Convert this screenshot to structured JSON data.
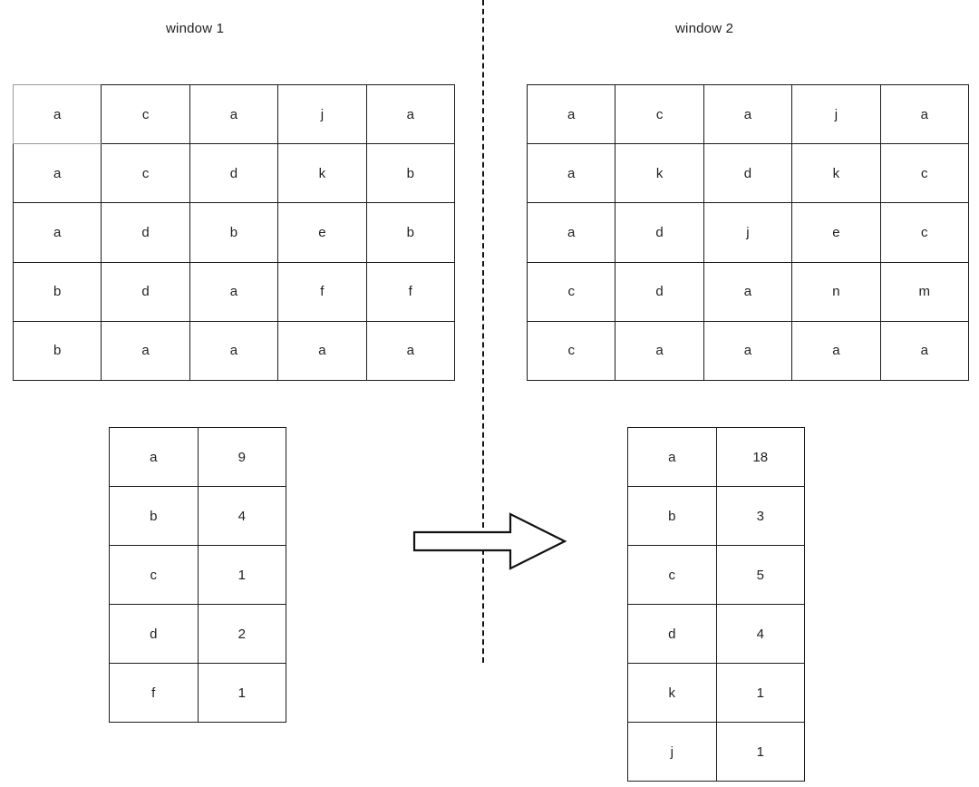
{
  "panels": {
    "left": {
      "title": "window 1"
    },
    "right": {
      "title": "window 2"
    }
  },
  "divider": {
    "style": "dashed-vertical",
    "color": "#121212"
  },
  "matrices": {
    "window_1": {
      "rows": 5,
      "cols": 5,
      "cells": [
        [
          "a",
          "c",
          "a",
          "j",
          "a"
        ],
        [
          "a",
          "c",
          "d",
          "k",
          "b"
        ],
        [
          "a",
          "d",
          "b",
          "e",
          "b"
        ],
        [
          "b",
          "d",
          "a",
          "f",
          "f"
        ],
        [
          "b",
          "a",
          "a",
          "a",
          "a"
        ]
      ]
    },
    "window_2": {
      "rows": 5,
      "cols": 5,
      "cells": [
        [
          "a",
          "c",
          "a",
          "j",
          "a"
        ],
        [
          "a",
          "k",
          "d",
          "k",
          "c"
        ],
        [
          "a",
          "d",
          "j",
          "e",
          "c"
        ],
        [
          "c",
          "d",
          "a",
          "n",
          "m"
        ],
        [
          "c",
          "a",
          "a",
          "a",
          "a"
        ]
      ]
    }
  },
  "counts": {
    "left": {
      "rows": [
        {
          "key": "a",
          "value": "9"
        },
        {
          "key": "b",
          "value": "4"
        },
        {
          "key": "c",
          "value": "1"
        },
        {
          "key": "d",
          "value": "2"
        },
        {
          "key": "f",
          "value": "1"
        }
      ]
    },
    "right": {
      "rows": [
        {
          "key": "a",
          "value": "18"
        },
        {
          "key": "b",
          "value": "3"
        },
        {
          "key": "c",
          "value": "5"
        },
        {
          "key": "d",
          "value": "4"
        },
        {
          "key": "k",
          "value": "1"
        },
        {
          "key": "j",
          "value": "1"
        }
      ]
    }
  },
  "arrow": {
    "direction": "right",
    "style": "outline",
    "color": "#121212"
  }
}
